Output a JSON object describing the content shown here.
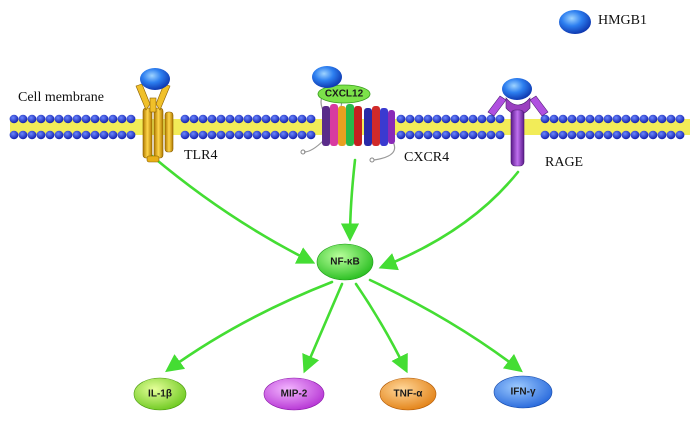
{
  "legend": {
    "label": "HMGB1",
    "icon": "hmgb1-blue-oval-icon"
  },
  "membrane": {
    "label": "Cell membrane"
  },
  "receptors": [
    {
      "id": "tlr4",
      "label": "TLR4",
      "icon": "tlr4-receptor-icon",
      "color": "#e8b018"
    },
    {
      "id": "cxcr4",
      "label": "CXCR4",
      "icon": "cxcr4-receptor-icon",
      "ligand": "CXCL12"
    },
    {
      "id": "rage",
      "label": "RAGE",
      "icon": "rage-receptor-icon",
      "color": "#9a3fc0"
    }
  ],
  "hub": {
    "label": "NF-κB",
    "color": "#29d11f"
  },
  "outputs": [
    {
      "label": "IL-1β",
      "color": "#7ee020"
    },
    {
      "label": "MIP-2",
      "color": "#c840e0"
    },
    {
      "label": "TNF-α",
      "color": "#f09018"
    },
    {
      "label": "IFN-γ",
      "color": "#2f7be8"
    }
  ],
  "colors": {
    "arrow": "#44dd33",
    "hmgb1": "#1f6fe0",
    "membrane_bead": "#1a2fd0",
    "membrane_core": "#f2ec58"
  }
}
